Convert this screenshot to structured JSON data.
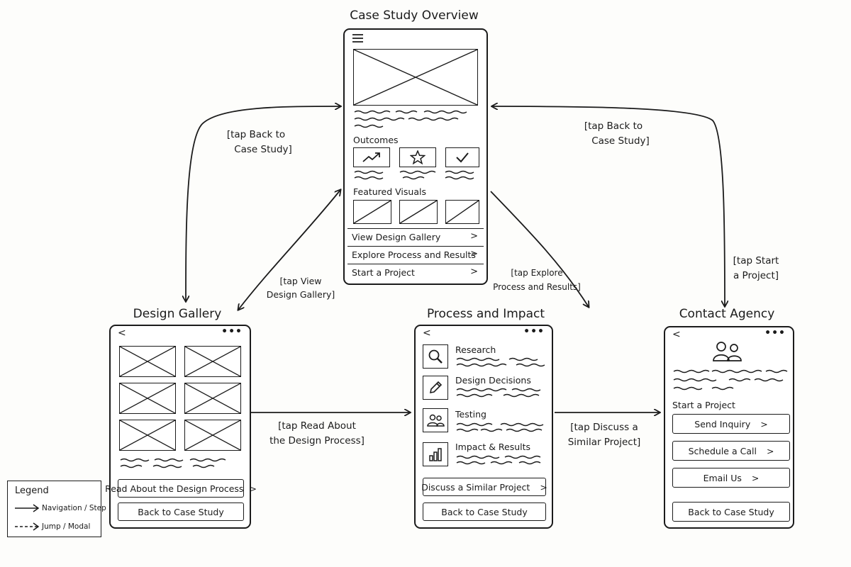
{
  "screens": {
    "overview": {
      "title": "Case Study Overview",
      "outcomes_label": "Outcomes",
      "featured_label": "Featured Visuals",
      "menu": [
        "View Design Gallery",
        "Explore Process and Results",
        "Start a Project"
      ],
      "outcome_icons": [
        "trending-up-icon",
        "star-icon",
        "check-icon"
      ]
    },
    "gallery": {
      "title": "Design Gallery",
      "read_button": "Read About the Design Process",
      "back_button": "Back to Case Study"
    },
    "process": {
      "title": "Process and Impact",
      "sections": [
        "Research",
        "Design Decisions",
        "Testing",
        "Impact & Results"
      ],
      "section_icons": [
        "magnifier-icon",
        "pencil-icon",
        "users-icon",
        "bar-chart-icon"
      ],
      "discuss_button": "Discuss a Similar Project",
      "back_button": "Back to Case Study"
    },
    "contact": {
      "title": "Contact Agency",
      "start_label": "Start a Project",
      "buttons": [
        "Send Inquiry",
        "Schedule a Call",
        "Email Us"
      ],
      "back_button": "Back to Case Study"
    }
  },
  "annotations": {
    "back_left": [
      "[tap Back to",
      "Case Study]"
    ],
    "back_right": [
      "[tap Back to",
      "Case Study]"
    ],
    "view_gallery": [
      "[tap View",
      "Design Gallery]"
    ],
    "explore": [
      "[tap Explore",
      "Process and Results]"
    ],
    "start_project": [
      "[tap Start",
      "a Project]"
    ],
    "read_about": [
      "[tap Read About",
      "the Design Process]"
    ],
    "discuss": [
      "[tap Discuss a",
      "Similar Project]"
    ]
  },
  "legend": {
    "title": "Legend",
    "items": [
      "Navigation / Step",
      "Jump / Modal"
    ]
  }
}
